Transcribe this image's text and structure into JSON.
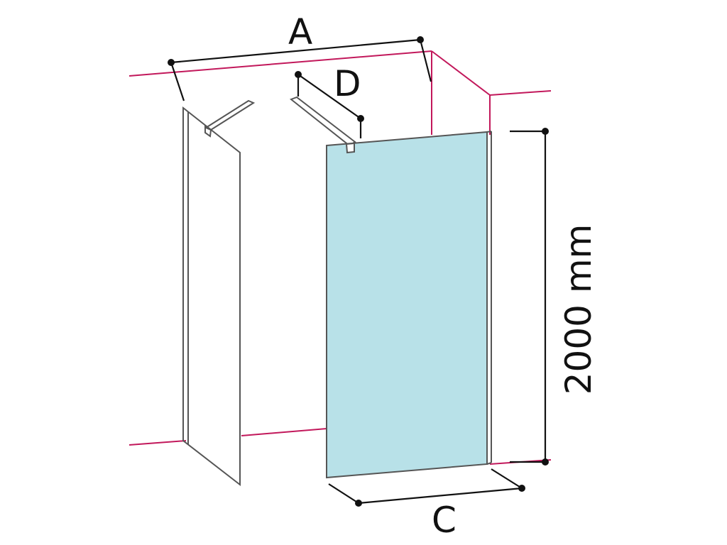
{
  "labels": {
    "a": "A",
    "c": "C",
    "d": "D",
    "height": "2000 mm"
  },
  "colors": {
    "wall_line": "#c2185b",
    "glass_fill": "#b8e1e8",
    "glass_edge": "#555555",
    "dimension": "#111111"
  }
}
